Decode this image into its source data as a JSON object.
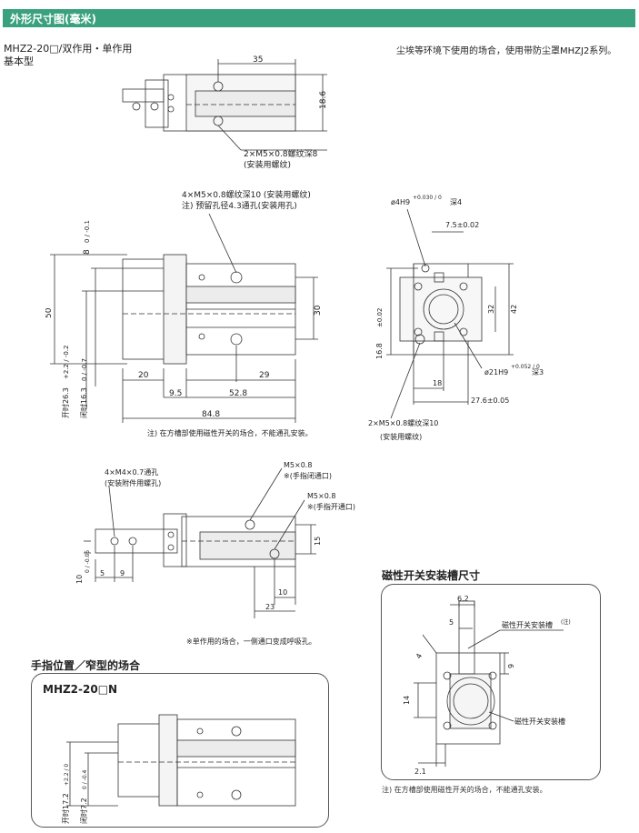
{
  "header": {
    "title": "外形尺寸图(毫米)"
  },
  "model": {
    "line1": "MHZ2-20□/双作用・单作用",
    "line2": "基本型"
  },
  "note_dust": "尘埃等环境下使用的场合，使用带防尘罩MHZJ2系列。",
  "top_view": {
    "dim_35": "35",
    "dim_18_6": "18.6",
    "thread": "2×M5×0.8螺纹深8",
    "thread_use": "(安装用螺纹)"
  },
  "main_view": {
    "holes": "4×M5×0.8螺纹深10 (安装用螺纹)",
    "holes_note": "注) 预留孔径4.3通孔(安装用孔)",
    "dim_50": "50",
    "dim_8": "8",
    "dim_8_tol": "0 / -0.1",
    "dim_30": "30",
    "open_label": "开时26.3",
    "open_tol": "+2.2 / -0.2",
    "close_label": "闭时16.3",
    "close_tol": "0 / -0.7",
    "dim_20": "20",
    "dim_29": "29",
    "dim_9_5": "9.5",
    "dim_52_8": "52.8",
    "dim_84_8": "84.8",
    "footnote": "注) 在方槽部使用磁性开关的场合，不能通孔安装。"
  },
  "end_view": {
    "pin_hole": "ø4H9",
    "pin_tol": "+0.030 / 0",
    "pin_depth": "深4",
    "dim_7_5": "7.5±0.02",
    "dim_16_8": "16.8",
    "dim_16_8_tol": "±0.02",
    "dim_32": "32",
    "dim_42": "42",
    "dim_18": "18",
    "dim_27_6": "27.6±0.05",
    "bore": "ø21H9",
    "bore_tol": "+0.052 / 0",
    "bore_depth": "深3",
    "thread": "2×M5×0.8螺纹深10",
    "thread_use": "(安装用螺纹)"
  },
  "bottom_view": {
    "holes": "4×M4×0.7通孔",
    "holes_use": "(安装附件用螺孔)",
    "port_close": "M5×0.8",
    "port_close_note": "※(手指闭通口)",
    "port_open": "M5×0.8",
    "port_open_note": "※(手指开通口)",
    "dim_15": "15",
    "dim_10": "10",
    "dim_23": "23",
    "dim_5": "5",
    "dim_9": "9",
    "dim_10_tol_label": "10",
    "dim_10_tol": "0 / -0.05",
    "single_note": "※单作用的场合，一侧通口变成呼吸孔。"
  },
  "finger_section": {
    "title": "手指位置／窄型的场合",
    "model": "MHZ2-20□N",
    "open_label": "开时17.2",
    "open_tol": "+2.2 / 0",
    "close_label": "闭时7.2",
    "close_tol": "0 / -0.4"
  },
  "slot_section": {
    "title": "磁性开关安装槽尺寸",
    "dim_6_2": "6.2",
    "dim_5": "5",
    "dim_9": "9",
    "dim_14": "14",
    "dim_4": "4",
    "dim_2_1": "2.1",
    "label_slot": "磁性开关安装槽",
    "label_slot_note": "(注)",
    "label_slot2": "磁性开关安装槽",
    "footnote": "注) 在方槽部使用磁性开关的场合，不能通孔安装。"
  }
}
